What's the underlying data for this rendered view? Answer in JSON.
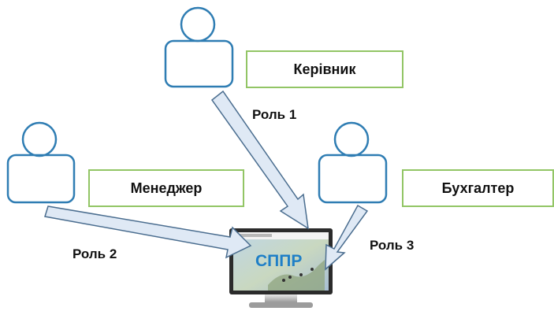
{
  "roles": {
    "head": {
      "name": "Керівник",
      "arrow_label": "Роль 1"
    },
    "manager": {
      "name": "Менеджер",
      "arrow_label": "Роль 2"
    },
    "accountant": {
      "name": "Бухгалтер",
      "arrow_label": "Роль 3"
    }
  },
  "system": {
    "label": "СППР"
  },
  "colors": {
    "person_outline": "#2f7db3",
    "role_box_border": "#92c565",
    "arrow_fill": "#dfe9f5",
    "arrow_stroke": "#4a6d8f",
    "system_text": "#1f7fc7"
  },
  "icons": [
    "user-icon",
    "monitor-icon",
    "arrow"
  ]
}
